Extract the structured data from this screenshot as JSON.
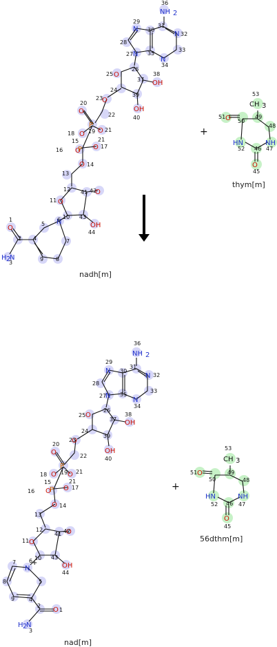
{
  "reaction": {
    "substrate_main": "nadh[m]",
    "substrate_co": "thym[m]",
    "product_main": "nad[m]",
    "product_co": "56dthm[m]",
    "plus": "+"
  },
  "labels_top": {
    "n36": "36",
    "nh2": "NH2",
    "n29": "29",
    "n30": "30",
    "n31": "31",
    "n32": "32",
    "n28": "28",
    "n33": "33",
    "n27": "27",
    "n35": "35",
    "n34": "34",
    "n25": "25",
    "n26": "26",
    "n37": "37",
    "n38": "38",
    "n24": "24",
    "n39": "39",
    "n23": "23",
    "n40": "40",
    "n20": "20",
    "n22": "22",
    "n19": "19",
    "n18": "18",
    "n15": "15",
    "n21": "21",
    "n16": "16",
    "n17": "17",
    "n13": "13",
    "n14": "14",
    "n12": "12",
    "n41": "41",
    "n42": "42",
    "n11": "11",
    "n6": "6",
    "n10": "10",
    "n43": "43",
    "n44": "44",
    "n1": "1",
    "n5": "5",
    "n2": "2",
    "n4": "4",
    "n7": "7",
    "n3": "3",
    "n9": "9",
    "n8": "8"
  },
  "labels_thym": {
    "n53": "53",
    "ch3": "CH3",
    "n51": "51",
    "n50": "50",
    "n49": "49",
    "n48": "48",
    "hn": "HN",
    "nh": "NH",
    "n52": "52",
    "n46": "46",
    "n47": "47",
    "n45": "45"
  },
  "colors": {
    "highlight_nad": "#c9c9f5",
    "highlight_thym": "#bdeebd",
    "arrow": "#000000"
  }
}
